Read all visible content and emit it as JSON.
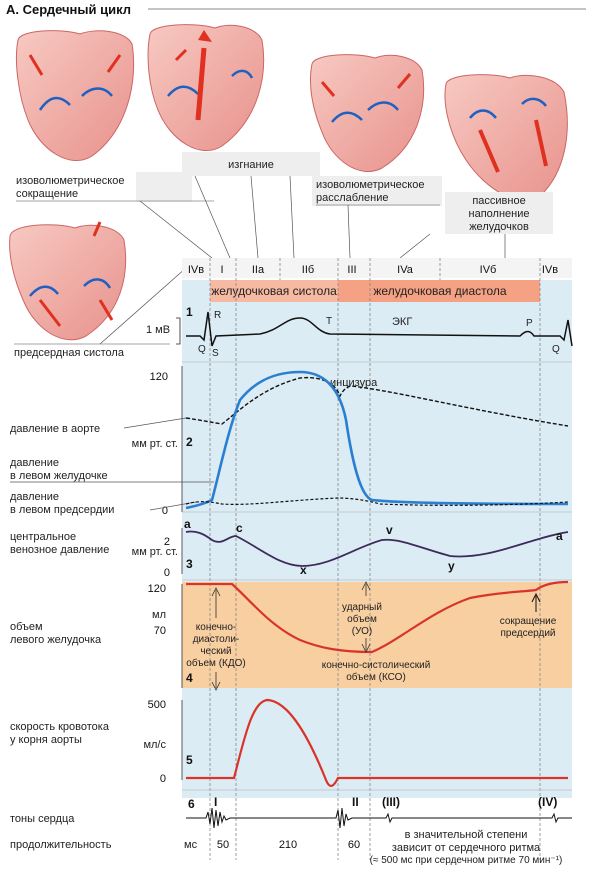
{
  "title": "А. Сердечный цикл",
  "labels": {
    "isovol_contraction": [
      "изоволюметрическое",
      "сокращение"
    ],
    "ejection": "изгнание",
    "isovol_relaxation": [
      "изоволюметрическое",
      "расслабление"
    ],
    "passive_filling": [
      "пассивное",
      "наполнение",
      "желудочков"
    ],
    "atrial_systole": "предсердная систола"
  },
  "phases": [
    "IVв",
    "I",
    "IIa",
    "IIб",
    "III",
    "IVa",
    "IVб",
    "IVв"
  ],
  "bands": {
    "systole": "желудочковая систола",
    "diastole": "желудочковая диастола"
  },
  "ecg": {
    "num": "1",
    "scale": "1 мВ",
    "name": "ЭКГ",
    "waves": {
      "R": "R",
      "Q": "Q",
      "S": "S",
      "T": "T",
      "P": "P",
      "Q2": "Q"
    }
  },
  "pressure": {
    "num": "2",
    "unit": "мм рт. ст.",
    "tick_max": "120",
    "tick_min": "0",
    "incisura": "инцизура",
    "aorta": "давление в аорте",
    "lv": [
      "давление",
      "в левом желудочке"
    ],
    "la": [
      "давление",
      "в левом предсердии"
    ]
  },
  "cvp": {
    "num": "3",
    "name": [
      "центральное",
      "венозное давление"
    ],
    "unit": "мм рт. ст.",
    "tick_2": "2",
    "tick_0": "0",
    "waves": {
      "a": "a",
      "c": "c",
      "v": "v",
      "x": "x",
      "y": "y",
      "a2": "a"
    }
  },
  "volume": {
    "num": "4",
    "name": [
      "объем",
      "левого желудочка"
    ],
    "unit": "мл",
    "tick_120": "120",
    "tick_70": "70",
    "edv": [
      "конечно-",
      "диастоли-",
      "ческий",
      "объем (КДО)"
    ],
    "sv": [
      "ударный",
      "объем",
      "(УО)"
    ],
    "esv": [
      "конечно-систолический",
      "объем (КСО)"
    ],
    "atrial_contraction": [
      "сокращение",
      "предсердий"
    ]
  },
  "flow": {
    "num": "5",
    "name": [
      "скорость кровотока",
      "у корня аорты"
    ],
    "unit": "мл/с",
    "tick_500": "500",
    "tick_0": "0"
  },
  "sounds": {
    "num": "6",
    "name": "тоны сердца",
    "I": "I",
    "II": "II",
    "III": "(III)",
    "IV": "(IV)"
  },
  "duration": {
    "name": "продолжительность",
    "unit": "мс",
    "values": [
      "50",
      "210",
      "60"
    ],
    "note": [
      "в значительной степени",
      "зависит от сердечного ритма"
    ],
    "note2": "(≈ 500 мс при сердечном ритме 70 мин⁻¹)"
  },
  "colors": {
    "lv_pressure": "#2a7fd0",
    "volume": "#d8342a",
    "flow": "#d8342a",
    "cvp": "#3b2a5a",
    "band_systole": "#f6b9a2",
    "band_diastole": "#f4a184",
    "volume_bg": "#f8cfa0",
    "panel_bg": "#dcecf4"
  }
}
